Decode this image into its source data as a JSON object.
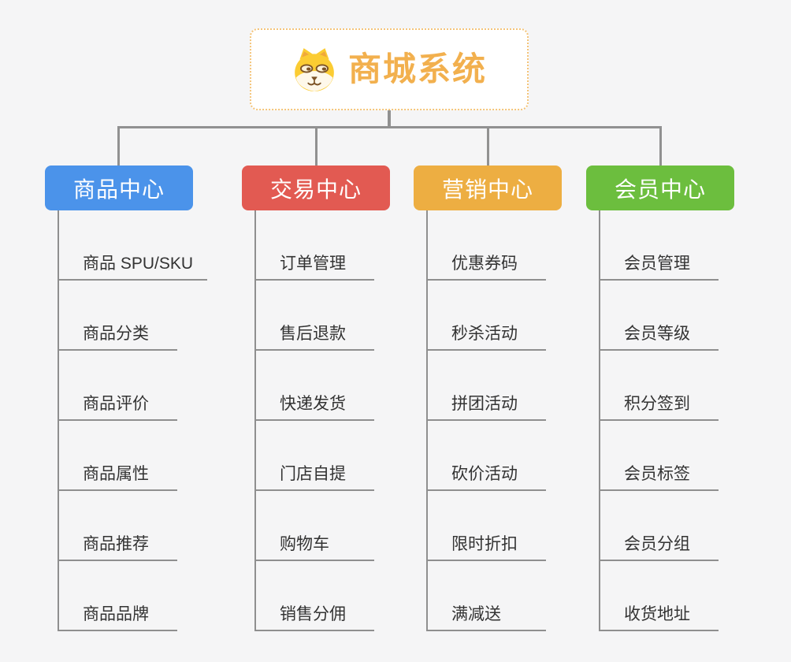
{
  "canvas": {
    "background": "#F5F5F6"
  },
  "colors": {
    "connector": "#919191",
    "item_line": "#8F8F8F",
    "item_text": "#333333",
    "root_border": "#F4C479",
    "root_title": "#F2B04E"
  },
  "root": {
    "title": "商城系统",
    "icon": "dog-face-icon"
  },
  "branches": [
    {
      "label": "商品中心",
      "color": "#4B93EA",
      "items": [
        "商品 SPU/SKU",
        "商品分类",
        "商品评价",
        "商品属性",
        "商品推荐",
        "商品品牌"
      ]
    },
    {
      "label": "交易中心",
      "color": "#E25A52",
      "items": [
        "订单管理",
        "售后退款",
        "快递发货",
        "门店自提",
        "购物车",
        "销售分佣"
      ]
    },
    {
      "label": "营销中心",
      "color": "#EDAE42",
      "items": [
        "优惠券码",
        "秒杀活动",
        "拼团活动",
        "砍价活动",
        "限时折扣",
        "满减送"
      ]
    },
    {
      "label": "会员中心",
      "color": "#6CBE3E",
      "items": [
        "会员管理",
        "会员等级",
        "积分签到",
        "会员标签",
        "会员分组",
        "收货地址"
      ]
    }
  ]
}
